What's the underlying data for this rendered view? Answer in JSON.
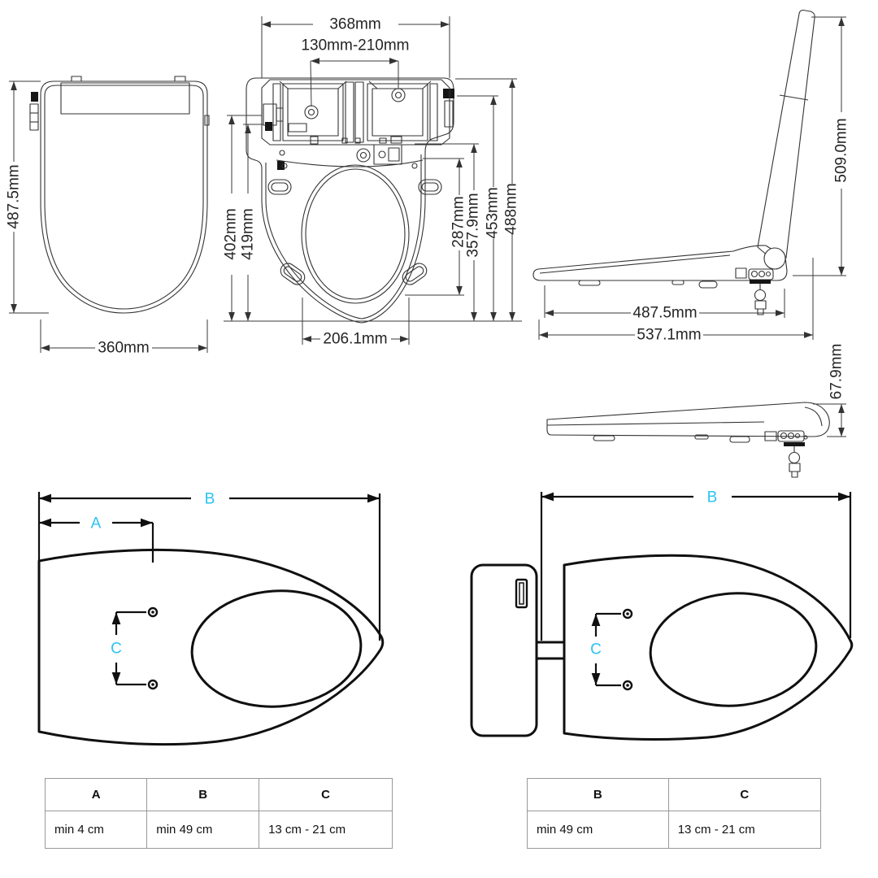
{
  "colors": {
    "accent_cyan": "#2bc3f2",
    "drawing_line": "#333333",
    "outline_black": "#101010",
    "table_border": "#999999"
  },
  "views": {
    "top_closed": {
      "dim_length": "487.5mm",
      "dim_width": "360mm"
    },
    "bottom": {
      "dim_bracket_width": "368mm",
      "dim_bolt_spacing": "130mm-210mm",
      "dim_left_outer": "402mm",
      "dim_left_inner": "419mm",
      "dim_right_1": "287mm",
      "dim_right_2": "357.9mm",
      "dim_right_3": "453mm",
      "dim_right_4": "488mm",
      "dim_opening_width": "206.1mm"
    },
    "side_open": {
      "dim_lid_height": "509.0mm",
      "dim_body_length": "487.5mm",
      "dim_total_length": "537.1mm"
    },
    "side_closed": {
      "dim_rear_height": "67.9mm"
    },
    "fit_left": {
      "label_a": "A",
      "label_b": "B",
      "label_c": "C"
    },
    "fit_right": {
      "label_b": "B",
      "label_c": "C"
    }
  },
  "tables": {
    "left": {
      "headers": [
        "A",
        "B",
        "C"
      ],
      "values": [
        "min 4 cm",
        "min 49 cm",
        "13 cm - 21 cm"
      ]
    },
    "right": {
      "headers": [
        "B",
        "C"
      ],
      "values": [
        "min 49 cm",
        "13 cm - 21 cm"
      ]
    }
  }
}
